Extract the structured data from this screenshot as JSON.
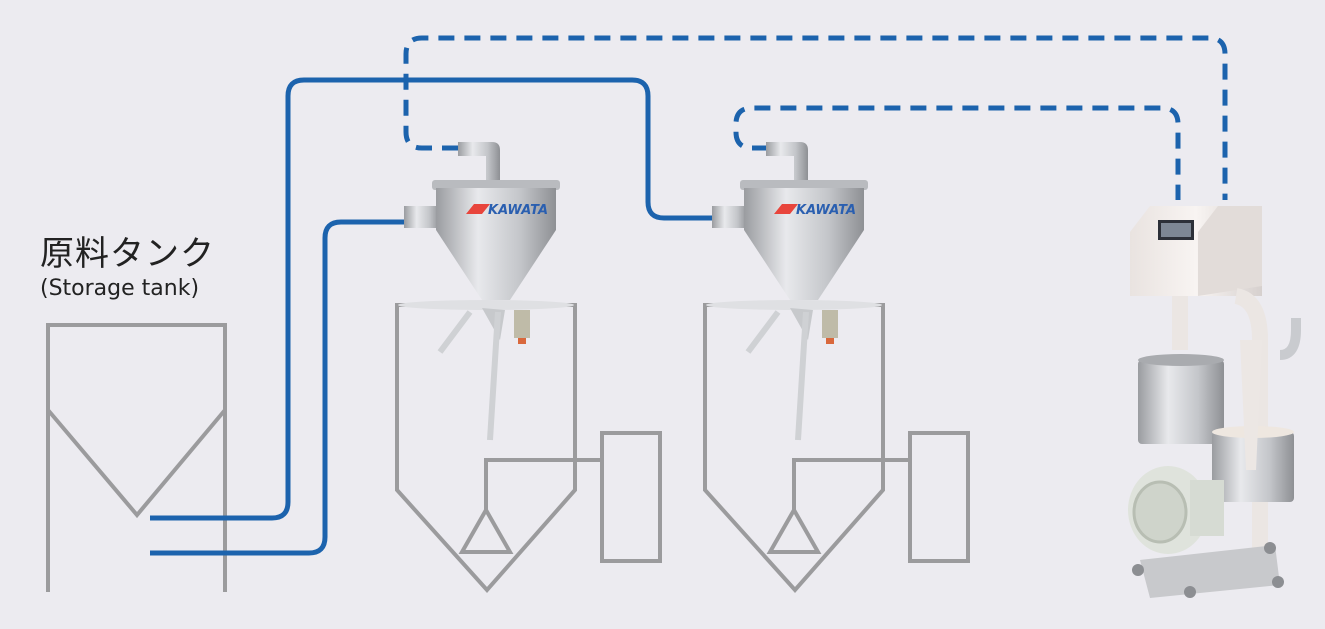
{
  "storage_tank": {
    "label_jp": "原料タンク",
    "label_en": "(Storage tank)"
  },
  "receivers": [
    {
      "logo_text": "KAWATA"
    },
    {
      "logo_text": "KAWATA"
    }
  ],
  "colors": {
    "background": "#ECEBF0",
    "line_gray": "#9b9b9d",
    "pipe_blue": "#1c63ad",
    "logo_red": "#e8453c"
  }
}
